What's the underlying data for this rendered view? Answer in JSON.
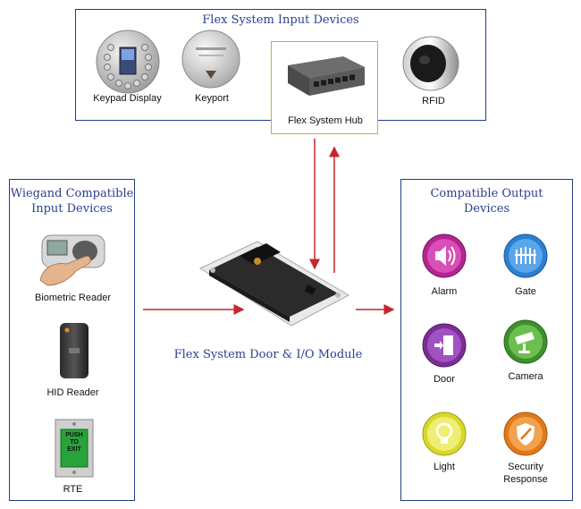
{
  "input_panel": {
    "title": "Flex System Input Devices",
    "devices": {
      "keypad": "Keypad Display",
      "keyport": "Keyport",
      "hub": "Flex System Hub",
      "rfid": "RFID"
    }
  },
  "wiegand_panel": {
    "title_line1": "Wiegand Compatible",
    "title_line2": "Input Devices",
    "devices": {
      "biometric": "Biometric Reader",
      "hid": "HID Reader",
      "rte": "RTE",
      "rte_button_text": [
        "PUSH",
        "TO",
        "EXIT"
      ]
    }
  },
  "output_panel": {
    "title_line1": "Compatible Output",
    "title_line2": "Devices",
    "devices": {
      "alarm": "Alarm",
      "gate": "Gate",
      "door": "Door",
      "camera": "Camera",
      "light": "Light",
      "security_line1": "Security",
      "security_line2": "Response"
    }
  },
  "center": {
    "label": "Flex System Door & I/O Module"
  },
  "colors": {
    "panel_border": "#1f3f86",
    "title_text": "#2b3f8f",
    "hub_border": "#d9a441",
    "arrow": "#c8242b",
    "alarm": "#b0258f",
    "gate": "#2d7fd0",
    "door": "#7a2e95",
    "camera": "#3f8f2f",
    "light": "#d9d82a",
    "security": "#e07a19"
  }
}
